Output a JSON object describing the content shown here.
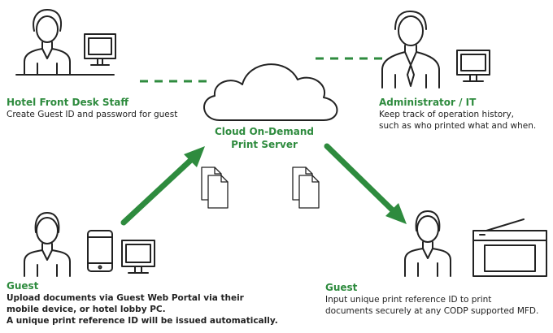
{
  "colors": {
    "accent": "#2e8b3e",
    "line": "#222222",
    "cloud": "#222222"
  },
  "server": {
    "title_line1": "Cloud On-Demand",
    "title_line2": "Print Server"
  },
  "front_desk": {
    "title": "Hotel Front Desk Staff",
    "desc": "Create Guest ID and password for guest"
  },
  "admin": {
    "title": "Administrator / IT",
    "desc_line1": "Keep track of operation history,",
    "desc_line2": "such as who printed what and when."
  },
  "guest_upload": {
    "title": "Guest",
    "line1": "Upload documents via Guest Web Portal via  their",
    "line2": "mobile device, or hotel lobby PC.",
    "line3": "A unique print reference ID will be issued automatically."
  },
  "guest_print": {
    "title": "Guest",
    "line1": "Input unique print reference ID to print",
    "line2": "documents securely at any CODP supported MFD."
  },
  "icons": [
    "person-icon",
    "monitor-icon",
    "cloud-icon",
    "document-icon",
    "smartphone-icon",
    "printer-icon",
    "arrow-icon"
  ]
}
